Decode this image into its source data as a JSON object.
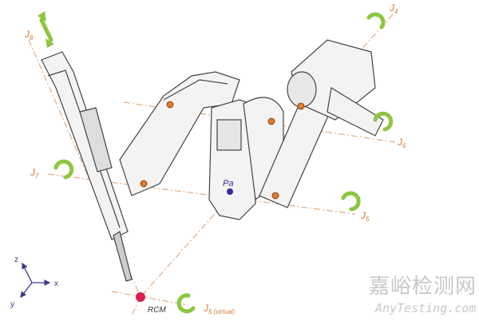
{
  "joints": {
    "j4": {
      "base": "J",
      "sub": "4"
    },
    "j5": {
      "base": "J",
      "sub": "5"
    },
    "j5_virtual": {
      "base": "J",
      "sub": "5 (virtual)"
    },
    "j6": {
      "base": "J",
      "sub": "6"
    },
    "j7": {
      "base": "J",
      "sub": "7"
    },
    "j8": {
      "base": "J",
      "sub": "8"
    }
  },
  "points": {
    "pa": "Pa",
    "rcm": "RCM"
  },
  "axes": {
    "x": "x",
    "y": "y",
    "z": "z"
  },
  "watermark": {
    "cn": "嘉峪检测网",
    "en": "AnyTesting.com"
  },
  "colors": {
    "axis_line": "#d9803a",
    "arrow": "#8cc63f",
    "rcm": "#d6204f",
    "pa": "#3a2a9a",
    "joint_dot": "#e07a30"
  }
}
